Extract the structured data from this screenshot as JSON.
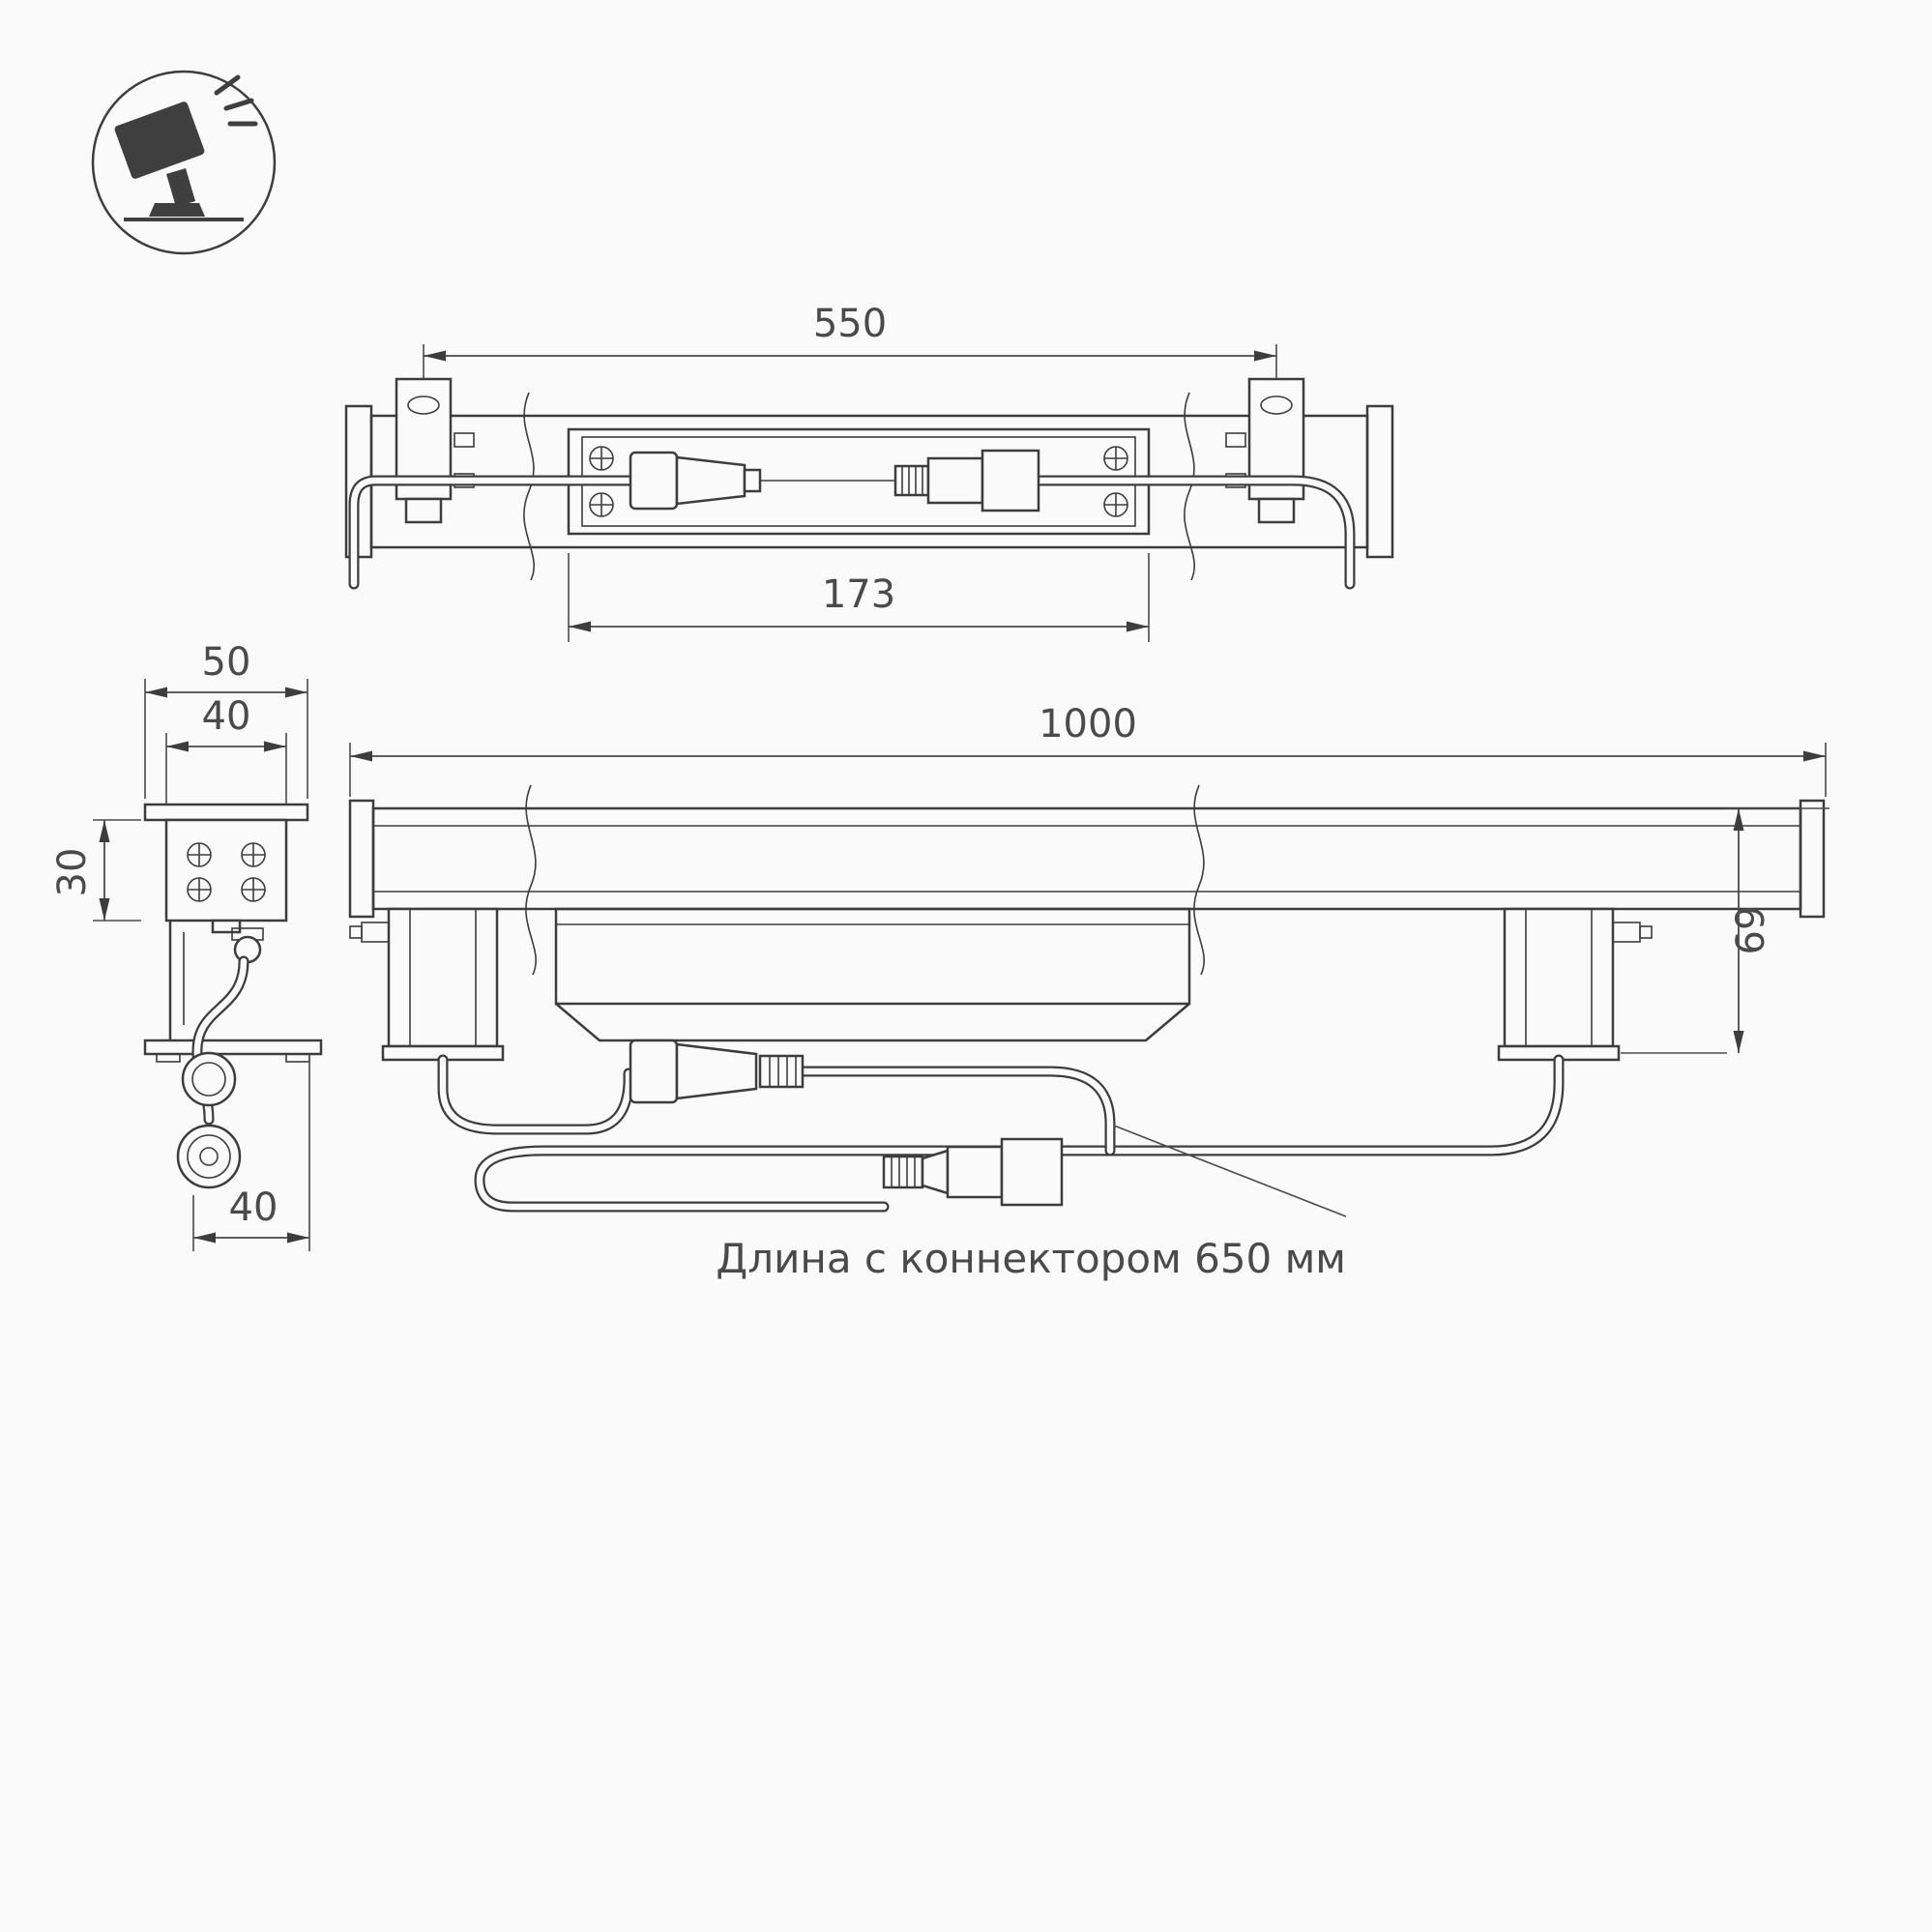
{
  "icon": {
    "name": "floodlight-symbol"
  },
  "dimensions": {
    "top_length": "550",
    "top_window": "173",
    "side_outer_width": "50",
    "side_inner_width": "40",
    "side_height": "30",
    "side_depth": "40",
    "front_length": "1000",
    "front_height": "69"
  },
  "annotation": {
    "connector_note": "Длина с коннектором 650 мм"
  },
  "colors": {
    "line": "#3d3d3d",
    "dim_text": "#4a4a4a",
    "background": "#fafafa"
  }
}
